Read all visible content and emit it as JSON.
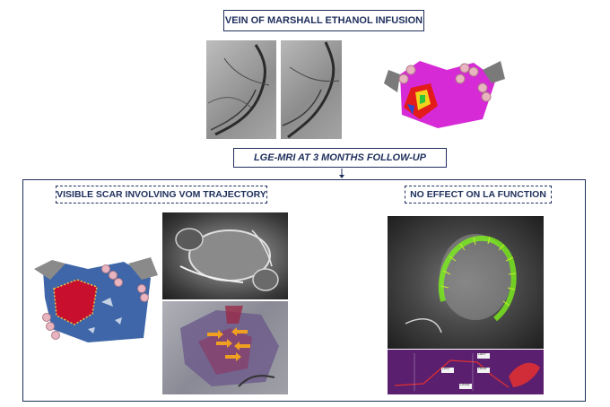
{
  "header": {
    "title": "VEIN OF MARSHALL ETHANOL INFUSION"
  },
  "followup": {
    "title": "LGE-MRI  AT 3 MONTHS FOLLOW-UP"
  },
  "left": {
    "label": "VISIBLE SCAR INVOLVING VOM TRAJECTORY"
  },
  "right": {
    "label": "NO EFFECT ON LA FUNCTION"
  },
  "strain_graph": {
    "labels": [
      "LAEF",
      "LASr",
      "LASct",
      "LAScd"
    ]
  },
  "colors": {
    "frame": "#1f2f5c",
    "map_magenta": "#d62ad6",
    "scar_red": "#c8102e",
    "atrium_blue": "#3e66a8",
    "vein_pink": "#e8b4c0",
    "contour_green": "#7cf01a",
    "graph_bg": "#5a1f6e"
  }
}
